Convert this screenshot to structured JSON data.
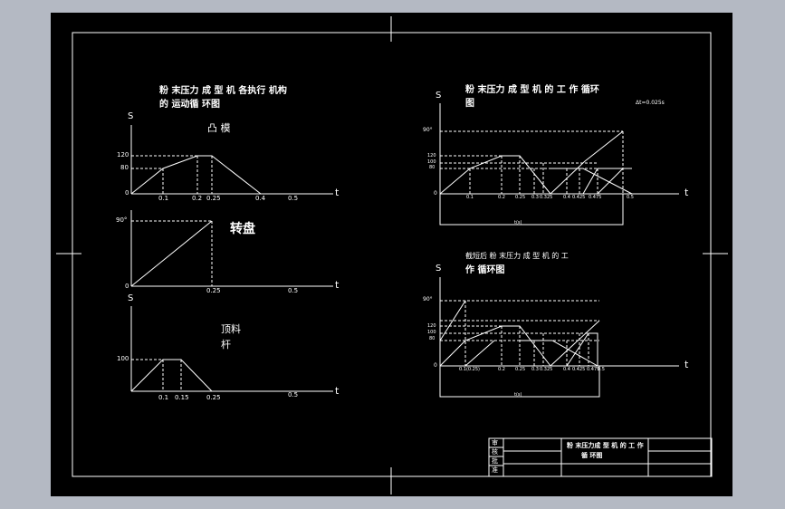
{
  "left_title": {
    "line1": "粉 末压力 成 型 机 各执行 机构",
    "line2": "的 运动循 环图"
  },
  "right_title": {
    "line1": "粉 末压力 成 型 机 的 工 作 循环",
    "line2": "图"
  },
  "right_note": "Δt=0.025s",
  "bottom_right_title": {
    "line1": "截短后 粉 末压力 成 型 机 的 工",
    "line2": "作 循环图"
  },
  "chart_punch": {
    "name": "凸 模",
    "s_label": "S",
    "t_label": "t",
    "y_ticks": [
      "120",
      "80",
      "0"
    ],
    "x_ticks": [
      "0.1",
      "0.2",
      "0.25",
      "0.4",
      "0.5"
    ]
  },
  "chart_table": {
    "name": "转盘",
    "t_label": "t",
    "y_ticks": [
      "90°",
      "0"
    ],
    "x_ticks": [
      "0.25",
      "0.5"
    ]
  },
  "chart_ejector": {
    "name_line1": "顶料",
    "name_line2": "杆",
    "s_label": "S",
    "t_label": "t",
    "y_ticks": [
      "100"
    ],
    "x_ticks": [
      "0.1",
      "0.15",
      "0.25",
      "0.5"
    ]
  },
  "chart_cycle": {
    "s_label": "S",
    "t_label": "t",
    "y_ticks": [
      "90°",
      "120",
      "100",
      "80",
      "0"
    ],
    "x_ticks": [
      "0.1",
      "0.2",
      "0.25",
      "0.3",
      "0.325",
      "0.4",
      "0.425",
      "0.475",
      "0.5"
    ],
    "bottom_label": "t(s)"
  },
  "chart_cut": {
    "s_label": "S",
    "t_label": "t",
    "y_ticks": [
      "90°",
      "120",
      "100",
      "80",
      "0"
    ],
    "x_ticks": [
      "0.1(0.25)",
      "0.2",
      "0.25",
      "0.3",
      "0.325",
      "0.4",
      "0.425",
      "0.475",
      "0.5"
    ],
    "bottom_label": "t(s)"
  },
  "title_block": {
    "side": [
      "审",
      "核",
      "批",
      "准"
    ],
    "title_line1": "粉 末压力成 型 机 的 工 作",
    "title_line2": "循 环图"
  }
}
